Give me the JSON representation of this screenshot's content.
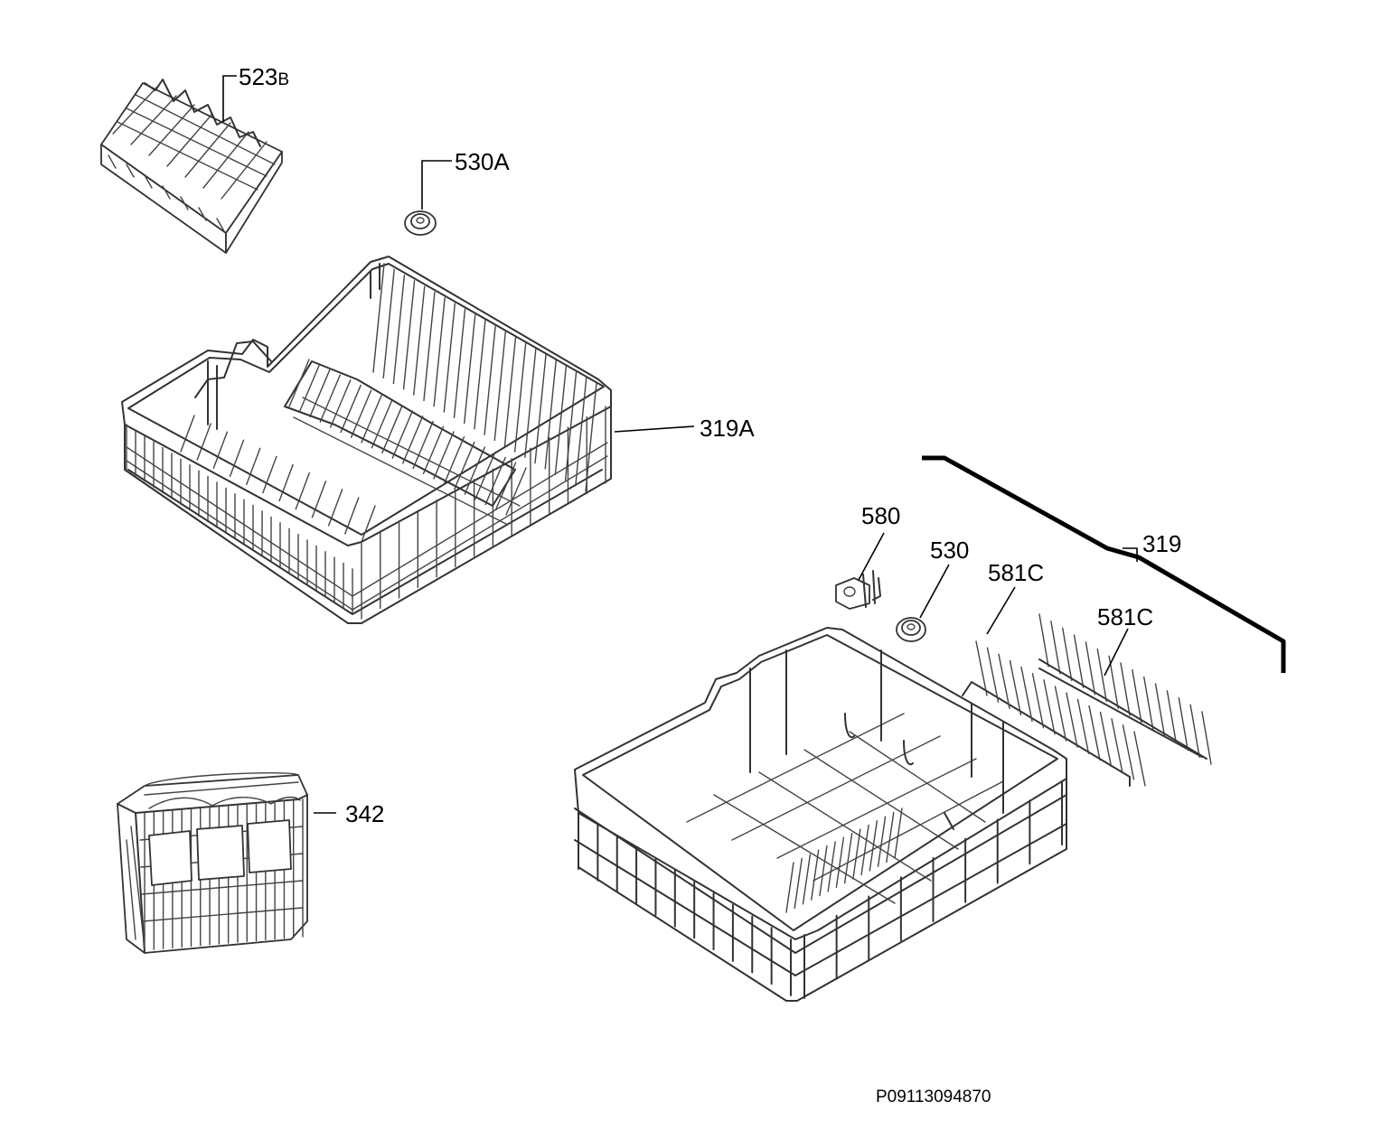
{
  "labels": {
    "p523_main": "523",
    "p523_suffix": "B",
    "p530A": "530A",
    "p319A": "319A",
    "p319": "319",
    "p580": "580",
    "p530": "530",
    "p581C_a": "581C",
    "p581C_b": "581C",
    "p342": "342"
  },
  "drawing_code": "P09113094870"
}
